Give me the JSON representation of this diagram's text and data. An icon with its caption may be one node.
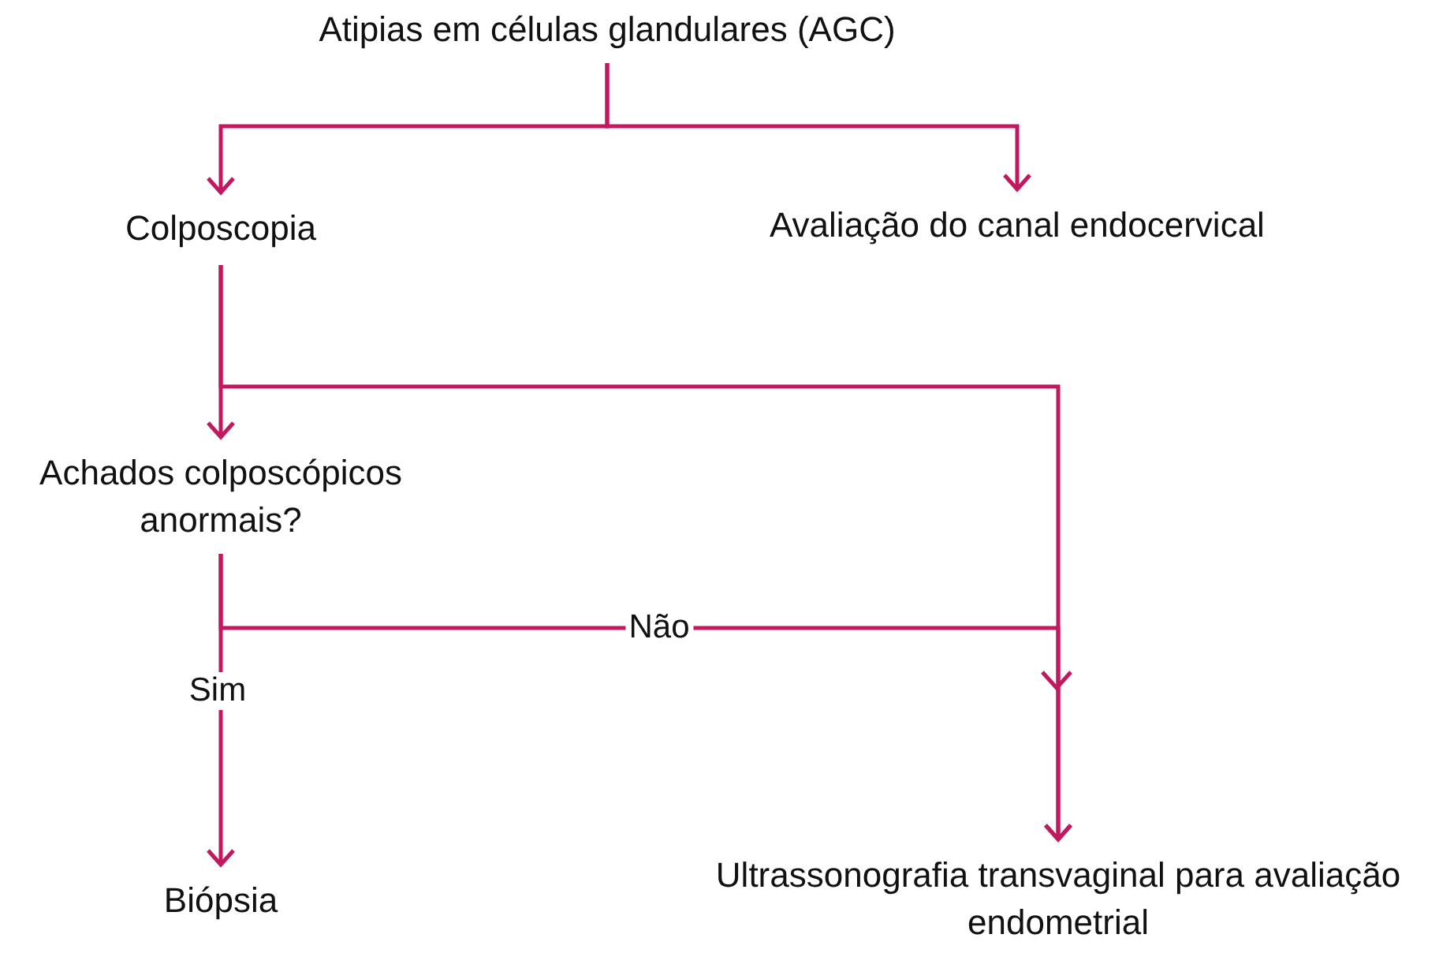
{
  "diagram": {
    "nodes": [
      {
        "text": [
          "Atipias em células glandulares (AGC)"
        ]
      },
      {
        "text": [
          "Colposcopia"
        ]
      },
      {
        "text": [
          "Avaliação do canal endocervical"
        ]
      },
      {
        "text": [
          "Achados colposcópicos anormais?"
        ]
      },
      {
        "text": [
          "Biópsia"
        ]
      },
      {
        "text": [
          "Ultrassonografia transvaginal para avaliação endometrial"
        ]
      }
    ],
    "edges": [
      {
        "from": 0,
        "to": 1,
        "arrow": "to"
      },
      {
        "from": 0,
        "to": 2,
        "arrow": "to"
      },
      {
        "from": 1,
        "to": 3,
        "arrow": "to"
      },
      {
        "from": 1,
        "to": 5,
        "arrow": "to"
      },
      {
        "from": 3,
        "to": 4,
        "arrow": "to",
        "label": "Sim"
      },
      {
        "from": 3,
        "to": 5,
        "arrow": "to",
        "label": "Não"
      }
    ]
  }
}
